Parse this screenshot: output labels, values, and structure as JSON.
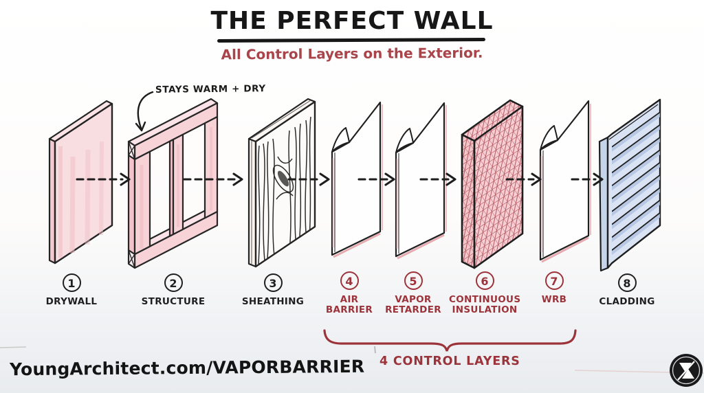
{
  "header": {
    "title": "THE PERFECT WALL",
    "subtitle": "All Control Layers on the Exterior."
  },
  "annotation": {
    "label": "STAYS WARM + DRY"
  },
  "layers": [
    {
      "number": "1",
      "label": "DRYWALL",
      "accent": "#1f1f1f"
    },
    {
      "number": "2",
      "label": "STRUCTURE",
      "accent": "#1f1f1f"
    },
    {
      "number": "3",
      "label": "SHEATHING",
      "accent": "#1f1f1f"
    },
    {
      "number": "4",
      "label": "AIR BARRIER",
      "accent": "#9c333a"
    },
    {
      "number": "5",
      "label": "VAPOR RETARDER",
      "accent": "#9c333a"
    },
    {
      "number": "6",
      "label": "CONTINUOUS INSULATION",
      "accent": "#9c333a"
    },
    {
      "number": "7",
      "label": "WRB",
      "accent": "#9c333a"
    },
    {
      "number": "8",
      "label": "CLADDING",
      "accent": "#1f1f1f"
    }
  ],
  "bracket": {
    "label": "4 CONTROL LAYERS"
  },
  "footer": {
    "url": "YoungArchitect.com/VAPORBARRIER"
  },
  "logo": {
    "name": "Young Architect circle monogram"
  },
  "colors": {
    "ink": "#1f1f1f",
    "accent_red": "#9c333a",
    "subtitle_red": "#a8444a",
    "pink_fill": "#f7d3d8",
    "insulation_hatch": "#a5434b",
    "cladding_blue": "#d9e3f3"
  }
}
